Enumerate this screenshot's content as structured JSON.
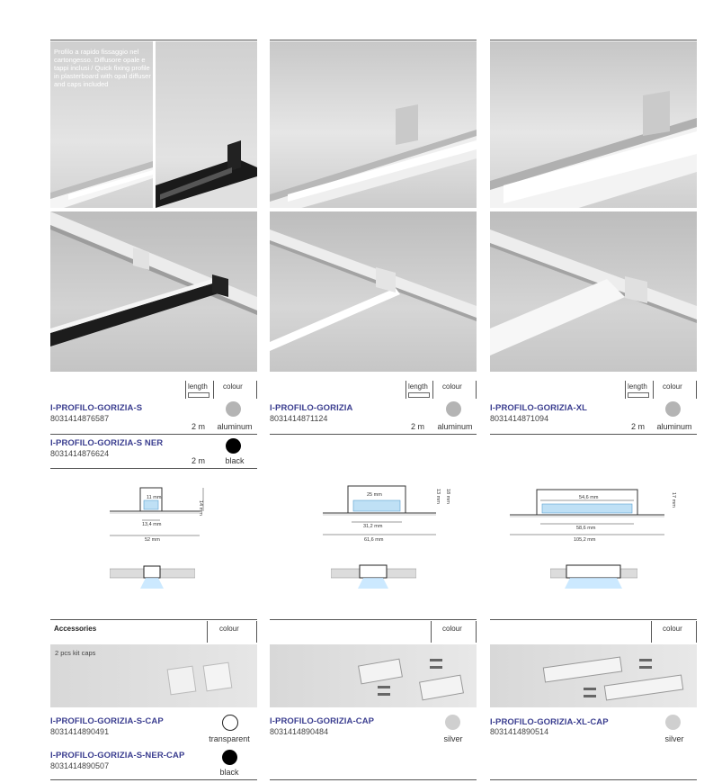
{
  "description": "Profilo a rapido fissaggio nel cartongesso. Diffusore opale e tappi inclusi / Quick fixing profile in plasterboard with opal diffuser and caps included",
  "headers": {
    "length": "length",
    "colour": "colour"
  },
  "products": [
    {
      "code": "I-PROFILO-GORIZIA-S",
      "ean": "8031414876587",
      "length": "2 m",
      "colour": "aluminum",
      "swatch": "#b4b4b4"
    },
    {
      "code": "I-PROFILO-GORIZIA-S NER",
      "ean": "8031414876624",
      "length": "2 m",
      "colour": "black",
      "swatch": "#000000"
    },
    {
      "code": "I-PROFILO-GORIZIA",
      "ean": "8031414871124",
      "length": "2 m",
      "colour": "aluminum",
      "swatch": "#b4b4b4"
    },
    {
      "code": "I-PROFILO-GORIZIA-XL",
      "ean": "8031414871094",
      "length": "2 m",
      "colour": "aluminum",
      "swatch": "#b4b4b4"
    }
  ],
  "dimensions": {
    "s": {
      "inner": "11 mm",
      "base": "13,4 mm",
      "total": "52 mm",
      "height": "14 mm"
    },
    "m": {
      "inner": "25 mm",
      "base": "31,2 mm",
      "total": "61,6 mm",
      "height": "13 mm",
      "height2": "18 mm"
    },
    "xl": {
      "inner": "54,6 mm",
      "base": "58,6 mm",
      "total": "105,2 mm",
      "height": "17 mm"
    }
  },
  "accessories": {
    "title": "Accessories",
    "colour_header": "colour",
    "kit_label": "2 pcs kit caps",
    "items": [
      {
        "code": "I-PROFILO-GORIZIA-S-CAP",
        "ean": "8031414890491",
        "colour": "transparent",
        "swatch": "#ffffff"
      },
      {
        "code": "I-PROFILO-GORIZIA-S-NER-CAP",
        "ean": "8031414890507",
        "colour": "black",
        "swatch": "#000000"
      },
      {
        "code": "I-PROFILO-GORIZIA-CAP",
        "ean": "8031414890484",
        "colour": "silver",
        "swatch": "#cfcfcf"
      },
      {
        "code": "I-PROFILO-GORIZIA-XL-CAP",
        "ean": "8031414890514",
        "colour": "silver",
        "swatch": "#cfcfcf"
      }
    ]
  },
  "colors": {
    "code_blue": "#3a3d8f",
    "rule": "#555555",
    "photo_bg": "#d9d9d9"
  }
}
